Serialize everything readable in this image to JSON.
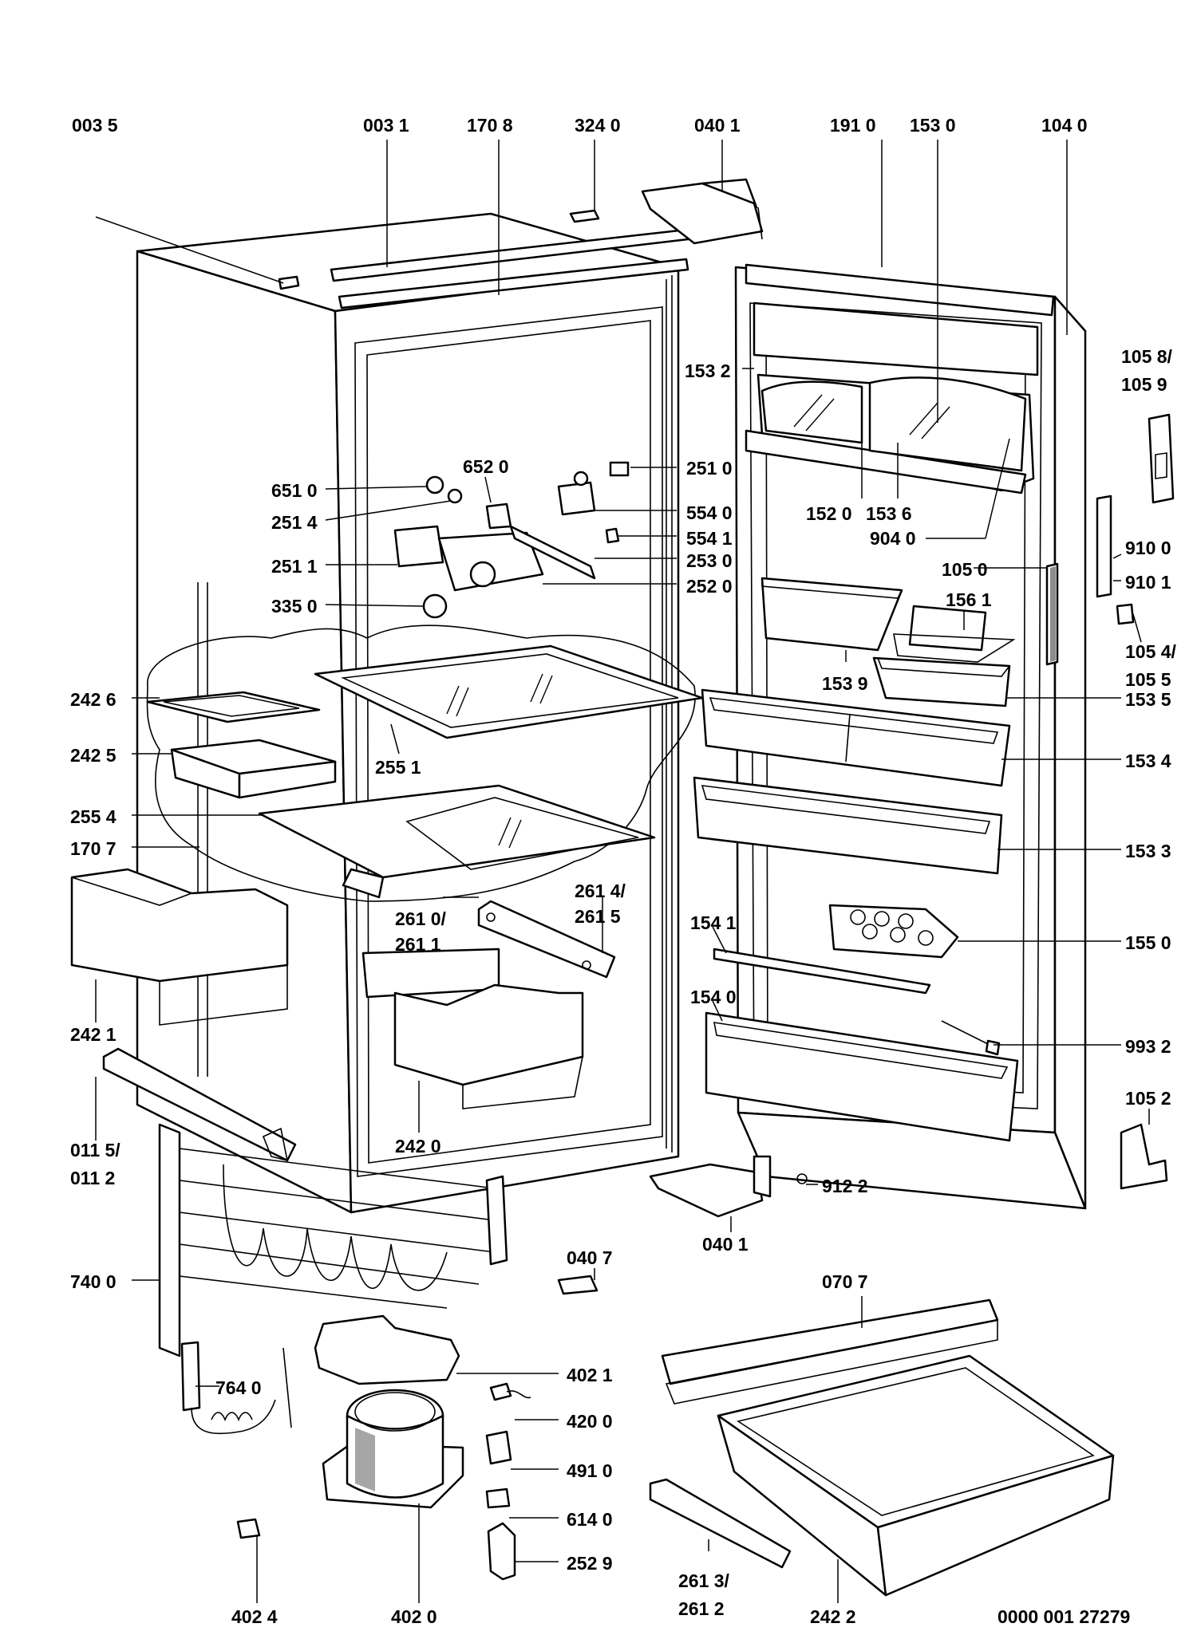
{
  "labels": {
    "l0035": "003 5",
    "l0031": "003 1",
    "l1708": "170 8",
    "l3240": "324 0",
    "l0401a": "040 1",
    "l1910": "191 0",
    "l1530": "153 0",
    "l1040": "104 0",
    "l1058": "105 8/",
    "l1059": "105 9",
    "l1532": "153 2",
    "l6520": "652 0",
    "l2510": "251 0",
    "l6510": "651 0",
    "l2514": "251 4",
    "l5540": "554 0",
    "l5541": "554 1",
    "l2511": "251 1",
    "l2530": "253 0",
    "l3350": "335 0",
    "l2520": "252 0",
    "l1520": "152 0",
    "l1536": "153 6",
    "l9040": "904 0",
    "l1050": "105 0",
    "l9100": "910 0",
    "l9101": "910 1",
    "l1561": "156 1",
    "l1054": "105 4/",
    "l1055": "105 5",
    "l2426": "242 6",
    "l1539": "153 9",
    "l1535": "153 5",
    "l2425": "242 5",
    "l2551": "255 1",
    "l1534": "153 4",
    "l2554": "255 4",
    "l1707": "170 7",
    "l1533": "153 3",
    "l2614": "261 4/",
    "l2615": "261 5",
    "l2610": "261 0/",
    "l2611": "261 1",
    "l1541": "154 1",
    "l1550": "155 0",
    "l1540": "154 0",
    "l2421": "242 1",
    "l9932": "993 2",
    "l0115": "011 5/",
    "l0112": "011 2",
    "l2420": "242 0",
    "l1052": "105 2",
    "l9122": "912 2",
    "l0401b": "040 1",
    "l0407": "040 7",
    "l0707": "070 7",
    "l7400": "740 0",
    "l7640": "764 0",
    "l4021": "402 1",
    "l4200": "420 0",
    "l4910": "491 0",
    "l6140": "614 0",
    "l2529": "252 9",
    "l2613": "261 3/",
    "l2612": "261 2",
    "l4024": "402 4",
    "l4020": "402 0",
    "l2422": "242 2",
    "docnum": "0000 001 27279"
  }
}
